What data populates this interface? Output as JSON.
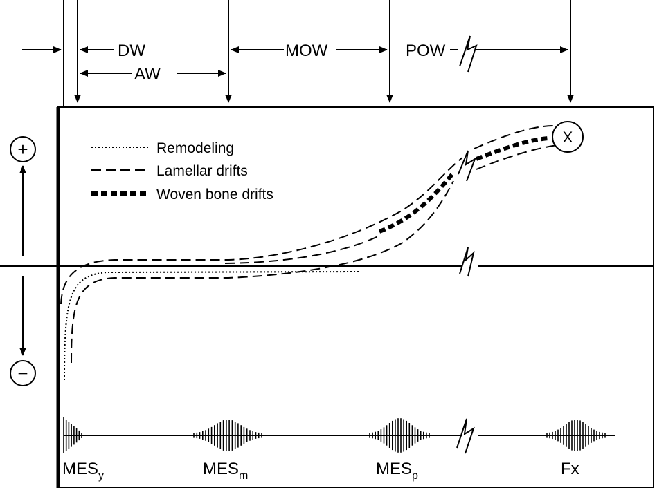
{
  "top_labels": {
    "dw": "DW",
    "aw": "AW",
    "mow": "MOW",
    "pow": "POW"
  },
  "legend": [
    {
      "label": "Remodeling",
      "style": "dotted"
    },
    {
      "label": "Lamellar drifts",
      "style": "dashed"
    },
    {
      "label": "Woven bone drifts",
      "style": "heavy-dashed"
    }
  ],
  "signs": {
    "plus": "+",
    "minus": "−"
  },
  "end_marker": "X",
  "mes_labels": [
    {
      "main": "MES",
      "sub": "y"
    },
    {
      "main": "MES",
      "sub": "m"
    },
    {
      "main": "MES",
      "sub": "p"
    },
    {
      "main": "Fx",
      "sub": ""
    }
  ],
  "colors": {
    "ink": "#000000",
    "background": "#ffffff"
  }
}
